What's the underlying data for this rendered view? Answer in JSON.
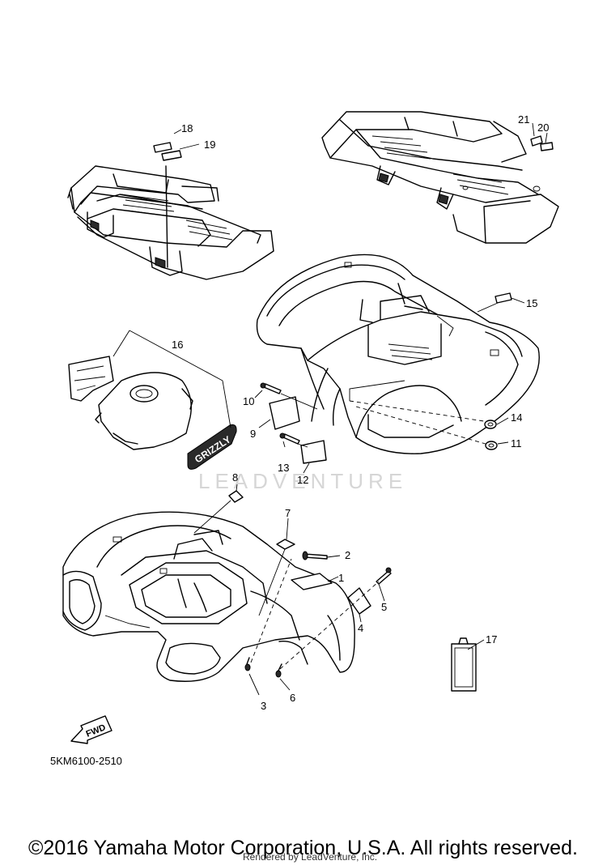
{
  "diagram": {
    "part_code": "5KM6100-2510",
    "watermark": "LEADVENTURE",
    "copyright": "©2016 Yamaha Motor Corporation, U.S.A. All rights reserved.",
    "rendered_by": "Rendered by LeadVenture, Inc.",
    "fwd_arrow_label": "FWD",
    "badge_text": "GRIZZLY",
    "callouts": [
      "1",
      "2",
      "3",
      "4",
      "5",
      "6",
      "7",
      "8",
      "9",
      "10",
      "11",
      "12",
      "13",
      "14",
      "15",
      "16",
      "17",
      "18",
      "19",
      "20",
      "21"
    ],
    "colors": {
      "line": "#000000",
      "background": "#ffffff",
      "watermark": "#d6d6d6"
    }
  }
}
